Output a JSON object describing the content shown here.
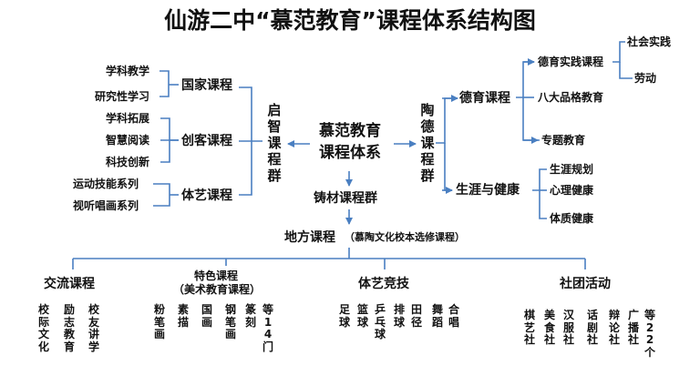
{
  "title": "仙游二中“慕范教育”课程体系结构图",
  "center": {
    "line1": "慕范教育",
    "line2": "课程体系"
  },
  "left_group": {
    "name": "启智课程群",
    "categories": [
      {
        "label": "国家课程",
        "items": [
          "学科教学",
          "研究性学习"
        ]
      },
      {
        "label": "创客课程",
        "items": [
          "学科拓展",
          "智慧阅读",
          "科技创新"
        ]
      },
      {
        "label": "体艺课程",
        "items": [
          "运动技能系列",
          "视听唱画系列"
        ]
      }
    ]
  },
  "right_group": {
    "name": "陶德课程群",
    "categories": [
      {
        "label": "德育课程",
        "items": [
          "德育实践课程",
          "八大品格教育",
          "专题教育"
        ],
        "sub_items": [
          "社会实践",
          "劳动"
        ]
      },
      {
        "label": "生涯与健康",
        "items": [
          "生涯规划",
          "心理健康",
          "体质健康"
        ]
      }
    ]
  },
  "bottom": {
    "zhucai": "铸材课程群",
    "difang": "地方课程",
    "difang_note": "（慕陶文化校本选修课程）",
    "sections": [
      {
        "label": "交流课程",
        "items": [
          "校际文化",
          "励志教育",
          "校友讲学"
        ]
      },
      {
        "label": "特色课程",
        "label2": "（美术教育课程）",
        "items": [
          "粉笔画",
          "素描",
          "国画",
          "钢笔画",
          "篆刻",
          "等14门"
        ]
      },
      {
        "label": "体艺竞技",
        "items": [
          "足球",
          "篮球",
          "乒乓球",
          "排球",
          "田径",
          "舞蹈",
          "合唱"
        ]
      },
      {
        "label": "社团活动",
        "items": [
          "棋艺社",
          "美食社",
          "汉服社",
          "话剧社",
          "辩论社",
          "广播社",
          "等22个"
        ]
      }
    ]
  }
}
